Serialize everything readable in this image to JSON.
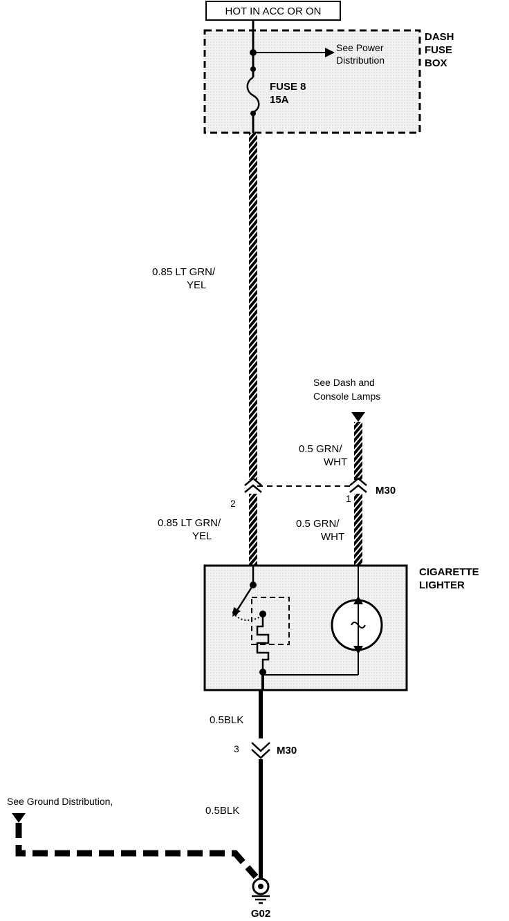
{
  "header": {
    "hot_label": "HOT IN ACC OR ON"
  },
  "fuse_box": {
    "title_line1": "DASH",
    "title_line2": "FUSE",
    "title_line3": "BOX",
    "fuse_line1": "FUSE 8",
    "fuse_line2": "15A",
    "ref_line1": "See Power",
    "ref_line2": "Distribution"
  },
  "wire_main": {
    "line1": "0.85  LT GRN/",
    "line2": "YEL"
  },
  "dash_lamps": {
    "ref_line1": "See Dash and",
    "ref_line2": "Console Lamps",
    "wire_line1": "0.5 GRN/",
    "wire_line2": "WHT"
  },
  "connector_m30_top": {
    "name": "M30",
    "pin_left": "2",
    "pin_right": "1",
    "wire_left_line1": "0.85  LT GRN/",
    "wire_left_line2": "YEL",
    "wire_right_line1": "0.5 GRN/",
    "wire_right_line2": "WHT"
  },
  "lighter": {
    "title_line1": "CIGARETTE",
    "title_line2": "LIGHTER"
  },
  "ground": {
    "wire_upper": "0.5BLK",
    "connector_pin": "3",
    "connector_name": "M30",
    "wire_lower": "0.5BLK",
    "ref": "See Ground Distribution,",
    "name": "G02"
  },
  "colors": {
    "ink": "#000000",
    "shade": "#e6e6e6",
    "background": "#ffffff"
  }
}
